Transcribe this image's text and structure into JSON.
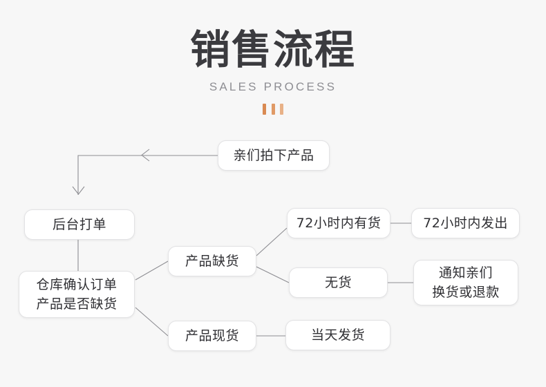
{
  "header": {
    "title": "销售流程",
    "subtitle": "SALES PROCESS",
    "divider_color": "#d98a52",
    "divider_bars": 3
  },
  "theme": {
    "background": "#f7f7f7",
    "node_background": "#ffffff",
    "node_border": "#e2e2e4",
    "text_color": "#2f2f33",
    "connector_color": "#8d8d92",
    "title_color": "#3b3b3f",
    "subtitle_color": "#8e8e93",
    "accent_color": "#d98a52"
  },
  "flow": {
    "nodes": [
      {
        "id": "order",
        "label": "亲们拍下产品",
        "lines": 1
      },
      {
        "id": "print",
        "label": "后台打单",
        "lines": 1
      },
      {
        "id": "warehouse",
        "label": "仓库确认订单\n产品是否缺货",
        "lines": 2
      },
      {
        "id": "oos",
        "label": "产品缺货",
        "lines": 1
      },
      {
        "id": "instock",
        "label": "产品现货",
        "lines": 1
      },
      {
        "id": "have72",
        "label": "72小时内有货",
        "lines": 1
      },
      {
        "id": "send72",
        "label": "72小时内发出",
        "lines": 1
      },
      {
        "id": "nostock",
        "label": "无货",
        "lines": 1
      },
      {
        "id": "notify",
        "label": "通知亲们\n换货或退款",
        "lines": 2
      },
      {
        "id": "sameday",
        "label": "当天发货",
        "lines": 1
      }
    ],
    "edges": [
      {
        "from": "order",
        "to": "print",
        "type": "elbow-arrow",
        "arrow": "left-then-down"
      },
      {
        "from": "print",
        "to": "warehouse",
        "type": "vertical",
        "arrow": "none"
      },
      {
        "from": "warehouse",
        "to": "oos",
        "type": "diagonal-up",
        "arrow": "none"
      },
      {
        "from": "warehouse",
        "to": "instock",
        "type": "diagonal-down",
        "arrow": "none"
      },
      {
        "from": "oos",
        "to": "have72",
        "type": "diagonal-up",
        "arrow": "none"
      },
      {
        "from": "oos",
        "to": "nostock",
        "type": "diagonal-down",
        "arrow": "none"
      },
      {
        "from": "have72",
        "to": "send72",
        "type": "horizontal",
        "arrow": "none"
      },
      {
        "from": "nostock",
        "to": "notify",
        "type": "horizontal",
        "arrow": "none"
      },
      {
        "from": "instock",
        "to": "sameday",
        "type": "horizontal",
        "arrow": "none"
      }
    ]
  }
}
